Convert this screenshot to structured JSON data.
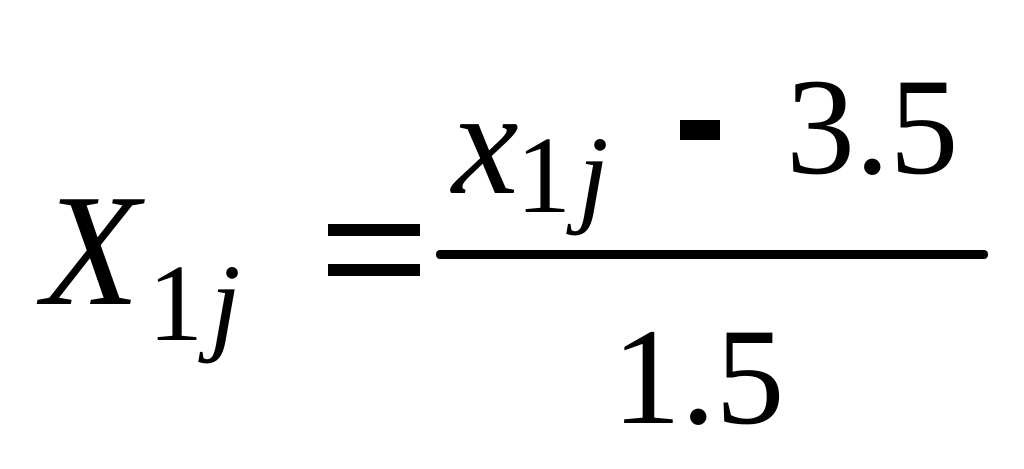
{
  "equation": {
    "lhs": {
      "variable": "X",
      "subscript_number": "1",
      "subscript_index": "j"
    },
    "relation": "=",
    "fraction": {
      "numerator": {
        "variable": "x",
        "subscript_number": "1",
        "subscript_index": "j",
        "operator": "-",
        "constant": "3.5"
      },
      "denominator": "1.5"
    }
  }
}
